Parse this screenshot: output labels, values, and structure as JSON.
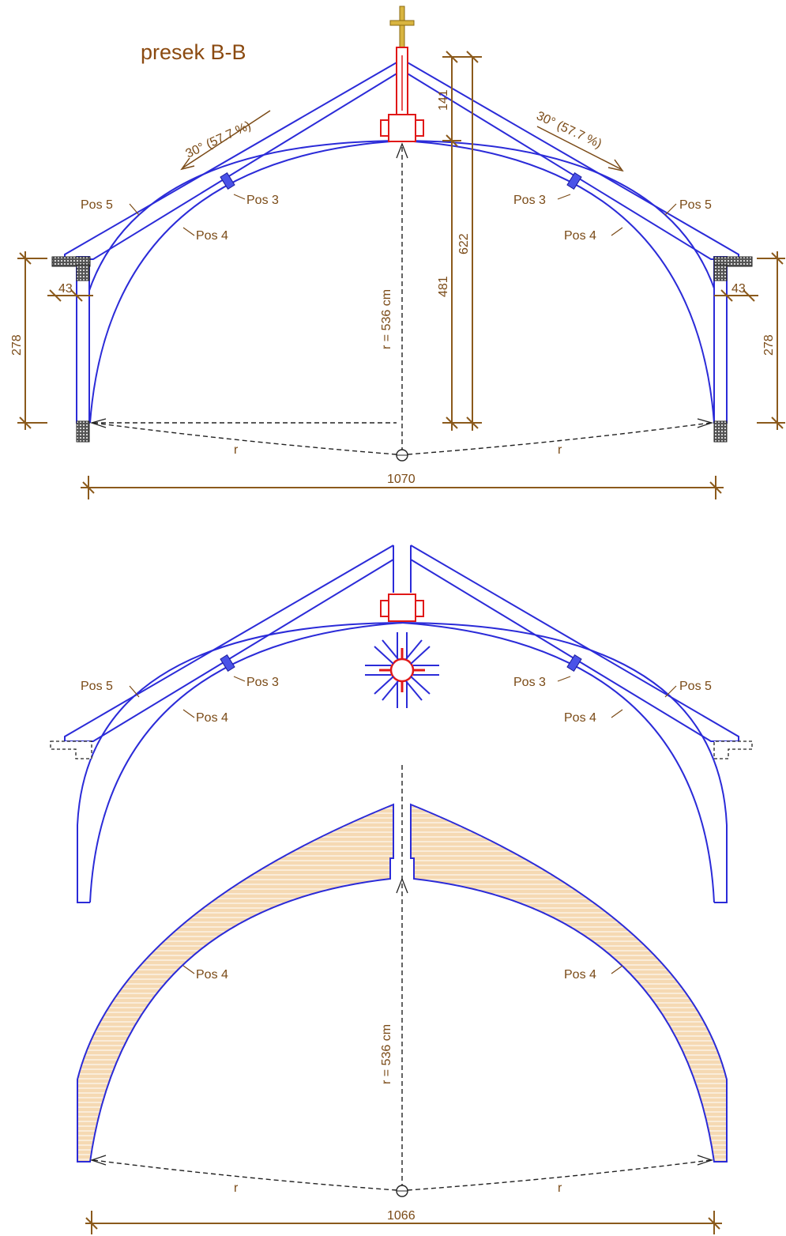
{
  "title": "presek B-B",
  "slope_left": "30° (57.7 %)",
  "slope_right": "30° (57.7 %)",
  "pos3": "Pos 3",
  "pos4": "Pos 4",
  "pos5": "Pos 5",
  "radius": "r = 536 cm",
  "r": "r",
  "dims": {
    "top_141": "141",
    "height_622": "622",
    "height_481": "481",
    "wall_278": "278",
    "wall_43": "43",
    "span_top": "1070",
    "span_bottom": "1066"
  },
  "colors": {
    "structure": "#2b2bd8",
    "dimension": "#8b5a1c",
    "steel": "#e01818",
    "laminated_wood": "#f5d9b3"
  }
}
